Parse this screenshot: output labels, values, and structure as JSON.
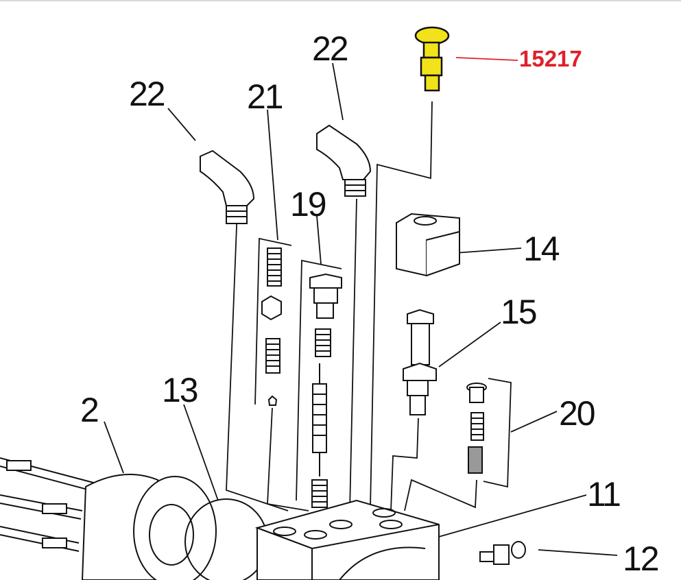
{
  "callouts": {
    "elbow_left": "22",
    "elbow_right": "22",
    "spring_kit": "21",
    "highlighted_part": "15217",
    "valve_kit": "19",
    "coil": "14",
    "cartridge": "15",
    "o_ring": "13",
    "motor": "2",
    "check_kit": "20",
    "manifold": "11",
    "fitting": "12"
  },
  "colors": {
    "highlight": "#e0202a",
    "part_fill": "#f2e21a"
  }
}
